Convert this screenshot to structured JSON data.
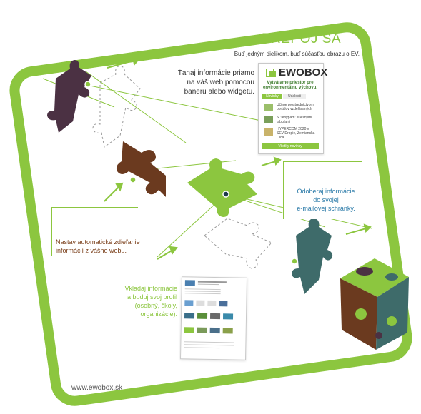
{
  "header": {
    "title": "PREPOJ SA",
    "subtitle": "Buď jedným dielikom, buď súčasťou obrazu o EV."
  },
  "features": {
    "widget": "Ťahaj informácie priamo\nna váš web pomocou\nbaneru alebo widgetu.",
    "sharing": "Nastav automatické zdieľanie\ninformácií z vášho webu.",
    "newsletter": "Odoberaj informácie\ndo svojej\ne-mailovej schránky.",
    "profile": "Vkladaj informácie\na buduj svoj profil\n(osobný, školy,\norganizácie)."
  },
  "widget": {
    "logo_text": "EWOBOX",
    "tagline": "Vytvárame priestor pre environmentálnu výchovu.",
    "tabs": [
      "Novinky",
      "Udalosti"
    ],
    "items": [
      "Učíme prostredníctvom portálov vzdelávaných",
      "S \"lenypam\" s lesnými tabuľami",
      "HYPERCOM 2020 v SEV Dropie, Zemianska Olča"
    ],
    "footer": "Všetky novinky"
  },
  "footer": {
    "url": "www.ewobox.sk"
  },
  "colors": {
    "frame_green": "#8cc63f",
    "purple_piece": "#4b3143",
    "brown_piece": "#6b3a1f",
    "teal_piece": "#3e6b6a",
    "green_piece": "#8cc63f",
    "email_icon": "#2e5e6b"
  },
  "icons": [
    "arrow-icon",
    "envelope-icon",
    "laptop-icon",
    "puzzle-cube-icon",
    "widget-logo-icon"
  ]
}
